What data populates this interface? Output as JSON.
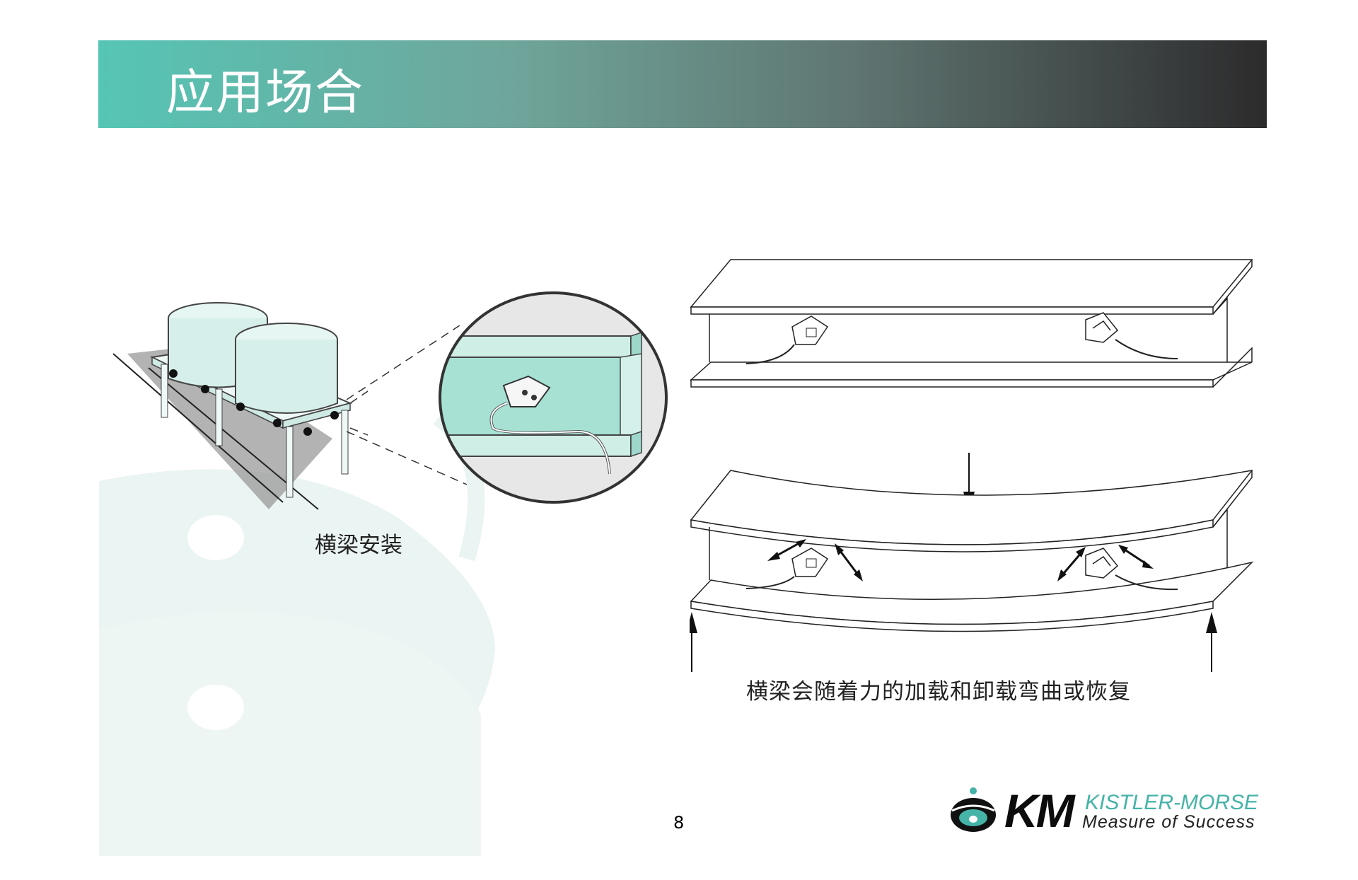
{
  "header": {
    "title": "应用场合"
  },
  "figures": {
    "left_caption": "横梁安装",
    "right_caption": "横梁会随着力的加载和卸载弯曲或恢复"
  },
  "footer": {
    "page_number": "8",
    "logo_mark": "KM",
    "logo_brand": "KISTLER-MORSE",
    "logo_tagline": "Measure of Success"
  },
  "colors": {
    "title_gradient_start": "#56c5b5",
    "title_gradient_end": "#2c2b2c",
    "brand_teal": "#45b3a7",
    "watermark": "#eaf4f2"
  },
  "icons": [
    "logo-dot-icon",
    "arrow-down-icon",
    "arrow-up-icon",
    "strain-sensor-icon"
  ]
}
